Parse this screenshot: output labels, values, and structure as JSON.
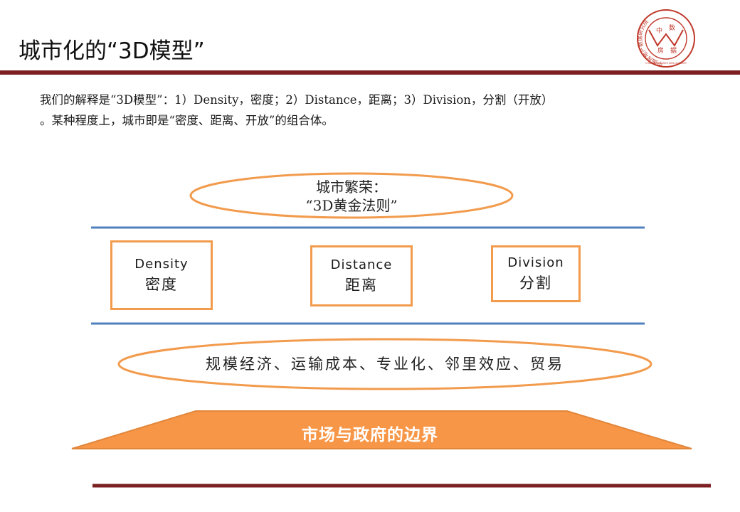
{
  "slide": {
    "title": "城市化的“3D模型”",
    "intro_line1": "我们的解释是“3D模型”：1）Density，密度；2）Distance，距离；3）Division，分割（开放）",
    "intro_line2": "。某种程度上，城市即是“密度、距离、开放”的组合体。"
  },
  "logo": {
    "chars": [
      "中",
      "数",
      "房",
      "据"
    ],
    "ring_text": "中国房地产数据研究院",
    "ring_text_en": "CHINA REAL ESTATE DATA ACADEMY",
    "color": "#c0392b"
  },
  "diagram": {
    "top_oval_line1": "城市繁荣：",
    "top_oval_line2": "“3D黄金法则”",
    "boxes": [
      {
        "en": "Density",
        "zh": "密度"
      },
      {
        "en": "Distance",
        "zh": "距离"
      },
      {
        "en": "Division",
        "zh": "分割"
      }
    ],
    "bottom_oval": "规模经济、运输成本、专业化、邻里效应、贸易",
    "trapezoid_label": "市场与政府的边界"
  },
  "colors": {
    "accent_orange": "#f29b4d",
    "rule_blue": "#4f81bd",
    "title_rule": "#7b1f22"
  }
}
